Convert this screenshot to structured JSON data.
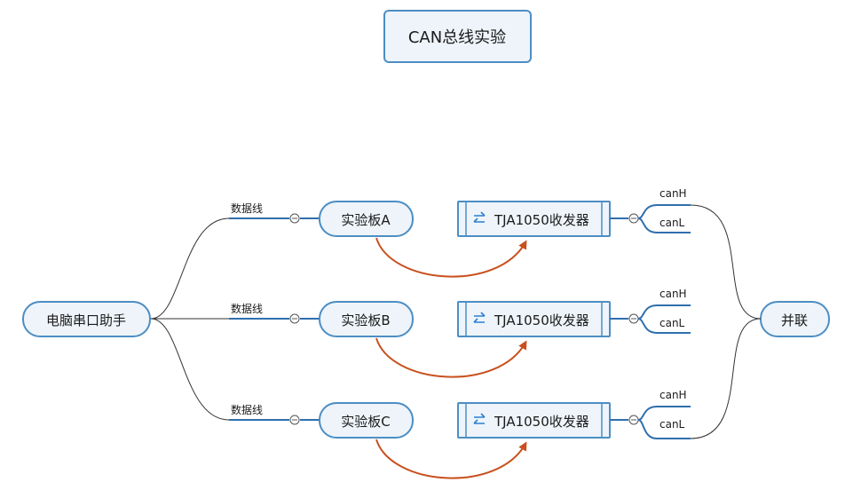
{
  "title": "CAN总线实验",
  "root_node": "电脑串口助手",
  "merge_node": "并联",
  "data_line_label": "数据线",
  "boards": [
    {
      "name": "实验板A",
      "transceiver": "TJA1050收发器",
      "can_high": "canH",
      "can_low": "canL"
    },
    {
      "name": "实验板B",
      "transceiver": "TJA1050收发器",
      "can_high": "canH",
      "can_low": "canL"
    },
    {
      "name": "实验板C",
      "transceiver": "TJA1050收发器",
      "can_high": "canH",
      "can_low": "canL"
    }
  ],
  "colors": {
    "node_fill": "#eef4fa",
    "node_border": "#4c8ec4",
    "branch_line": "#2f6fae",
    "arrow": "#c8501e",
    "icon": "#2a7fd0"
  },
  "icons": {
    "transceiver": "swap-arrows-icon",
    "collapse": "collapse-minus-icon"
  }
}
